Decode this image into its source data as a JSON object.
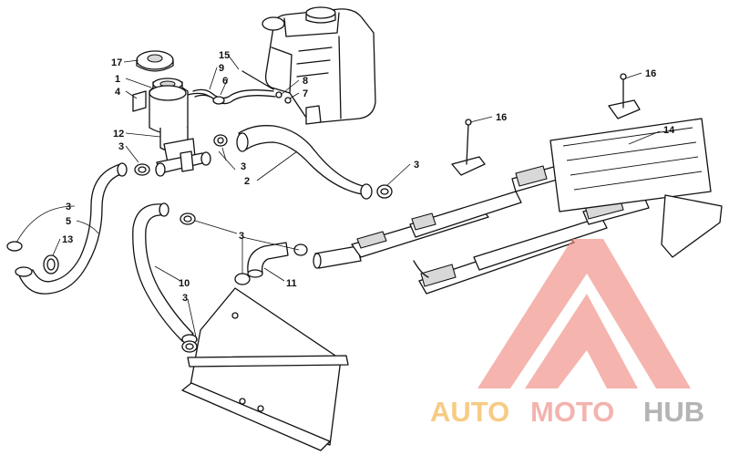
{
  "callouts": {
    "c1": "1",
    "c2": "2",
    "c3a": "3",
    "c3b": "3",
    "c3c": "3",
    "c3d": "3",
    "c3e": "3",
    "c3f": "3",
    "c4": "4",
    "c5": "5",
    "c6": "6",
    "c7": "7",
    "c8": "8",
    "c9": "9",
    "c10": "10",
    "c11": "11",
    "c12": "12",
    "c13": "13",
    "c14": "14",
    "c15": "15",
    "c16a": "16",
    "c16b": "16",
    "c17": "17"
  },
  "watermark": {
    "part1": "AUTO",
    "part2": "MOTO",
    "part3": "HUB",
    "color_gold": "#f6c36f",
    "color_red": "#ef8a80",
    "color_gray": "#a7a7a7"
  }
}
